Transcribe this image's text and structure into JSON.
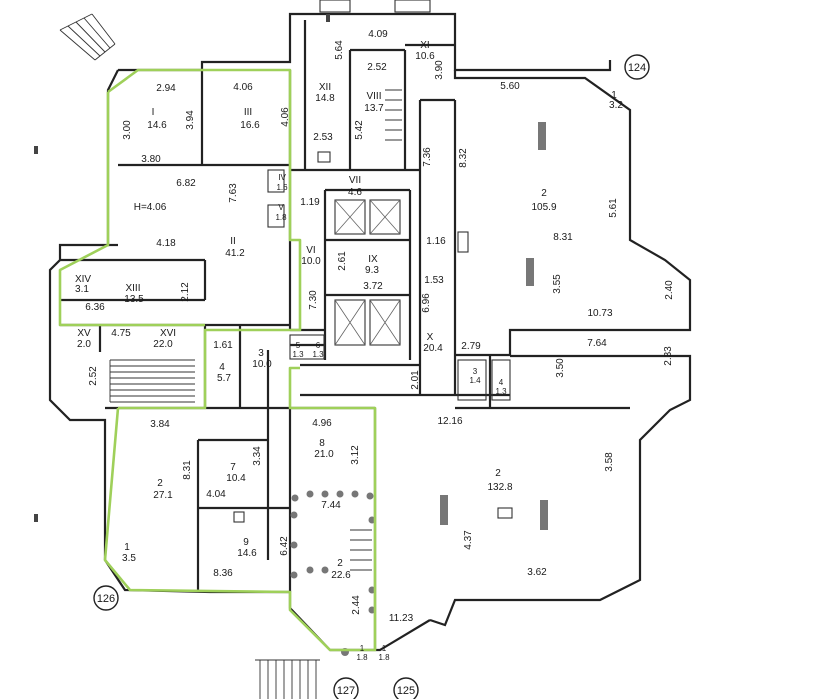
{
  "rooms": [
    {
      "id": "r-I",
      "num": "I",
      "area": "14.6"
    },
    {
      "id": "r-III",
      "num": "III",
      "area": "16.6"
    },
    {
      "id": "r-XII",
      "num": "XII",
      "area": "14.8"
    },
    {
      "id": "r-VIII",
      "num": "VIII",
      "area": "13.7"
    },
    {
      "id": "r-XI",
      "num": "XI",
      "area": "10.6"
    },
    {
      "id": "r-124-1",
      "num": "1",
      "area": "3.2"
    },
    {
      "id": "r-124-2",
      "num": "2",
      "area": "105.9"
    },
    {
      "id": "r-II",
      "num": "II",
      "area": "41.2"
    },
    {
      "id": "r-IV",
      "num": "IV",
      "area": "1.6"
    },
    {
      "id": "r-V",
      "num": "V",
      "area": "1.8"
    },
    {
      "id": "r-VII",
      "num": "VII",
      "area": "4.6"
    },
    {
      "id": "r-VI",
      "num": "VI",
      "area": "10.0"
    },
    {
      "id": "r-IX",
      "num": "IX",
      "area": "9.3"
    },
    {
      "id": "r-XIV",
      "num": "XIV",
      "area": "3.1"
    },
    {
      "id": "r-XIII",
      "num": "XIII",
      "area": "13.5"
    },
    {
      "id": "r-XV",
      "num": "XV",
      "area": "2.0"
    },
    {
      "id": "r-XVI",
      "num": "XVI",
      "area": "22.0"
    },
    {
      "id": "r-4",
      "num": "4",
      "area": "5.7"
    },
    {
      "id": "r-3",
      "num": "3",
      "area": "10.0"
    },
    {
      "id": "r-5",
      "num": "5",
      "area": "1.3"
    },
    {
      "id": "r-6",
      "num": "6",
      "area": "1.3"
    },
    {
      "id": "r-X",
      "num": "X",
      "area": "20.4"
    },
    {
      "id": "r-125-2",
      "num": "2",
      "area": "132.8"
    },
    {
      "id": "r-126-2",
      "num": "2",
      "area": "27.1"
    },
    {
      "id": "r-126-7",
      "num": "7",
      "area": "10.4"
    },
    {
      "id": "r-126-8",
      "num": "8",
      "area": "21.0"
    },
    {
      "id": "r-126-9",
      "num": "9",
      "area": "14.6"
    },
    {
      "id": "r-126-1",
      "num": "1",
      "area": "3.5"
    },
    {
      "id": "r-127-2",
      "num": "2",
      "area": "22.6"
    },
    {
      "id": "r-127-1",
      "num": "1",
      "area": "1.8"
    },
    {
      "id": "r-127-1b",
      "num": "1",
      "area": "1.8"
    },
    {
      "id": "r-small-3",
      "num": "3",
      "area": "1.4"
    },
    {
      "id": "r-small-4",
      "num": "4",
      "area": "1.3"
    }
  ],
  "corridor_label": "H=4.06",
  "dimensions": [
    "2.94",
    "4.06",
    "3.00",
    "3.94",
    "4.06",
    "3.80",
    "5.64",
    "4.09",
    "3.90",
    "2.52",
    "2.53",
    "5.42",
    "5.60",
    "6.82",
    "7.63",
    "8.32",
    "7.36",
    "5.61",
    "1.19",
    "8.31",
    "4.18",
    "1.16",
    "2.61",
    "3.72",
    "1.53",
    "3.55",
    "2.40",
    "10.73",
    "2.12",
    "6.36",
    "7.30",
    "6.96",
    "4.75",
    "1.61",
    "2.79",
    "7.64",
    "2.33",
    "3.50",
    "2.52",
    "2.01",
    "12.16",
    "3.84",
    "4.96",
    "3.34",
    "8.31",
    "4.04",
    "7.44",
    "3.12",
    "3.58",
    "8.36",
    "3.62",
    "4.37",
    "11.23",
    "6.42",
    "2.44"
  ],
  "markers": [
    {
      "id": "m-124",
      "label": "124"
    },
    {
      "id": "m-125",
      "label": "125"
    },
    {
      "id": "m-126",
      "label": "126"
    },
    {
      "id": "m-127",
      "label": "127"
    }
  ]
}
